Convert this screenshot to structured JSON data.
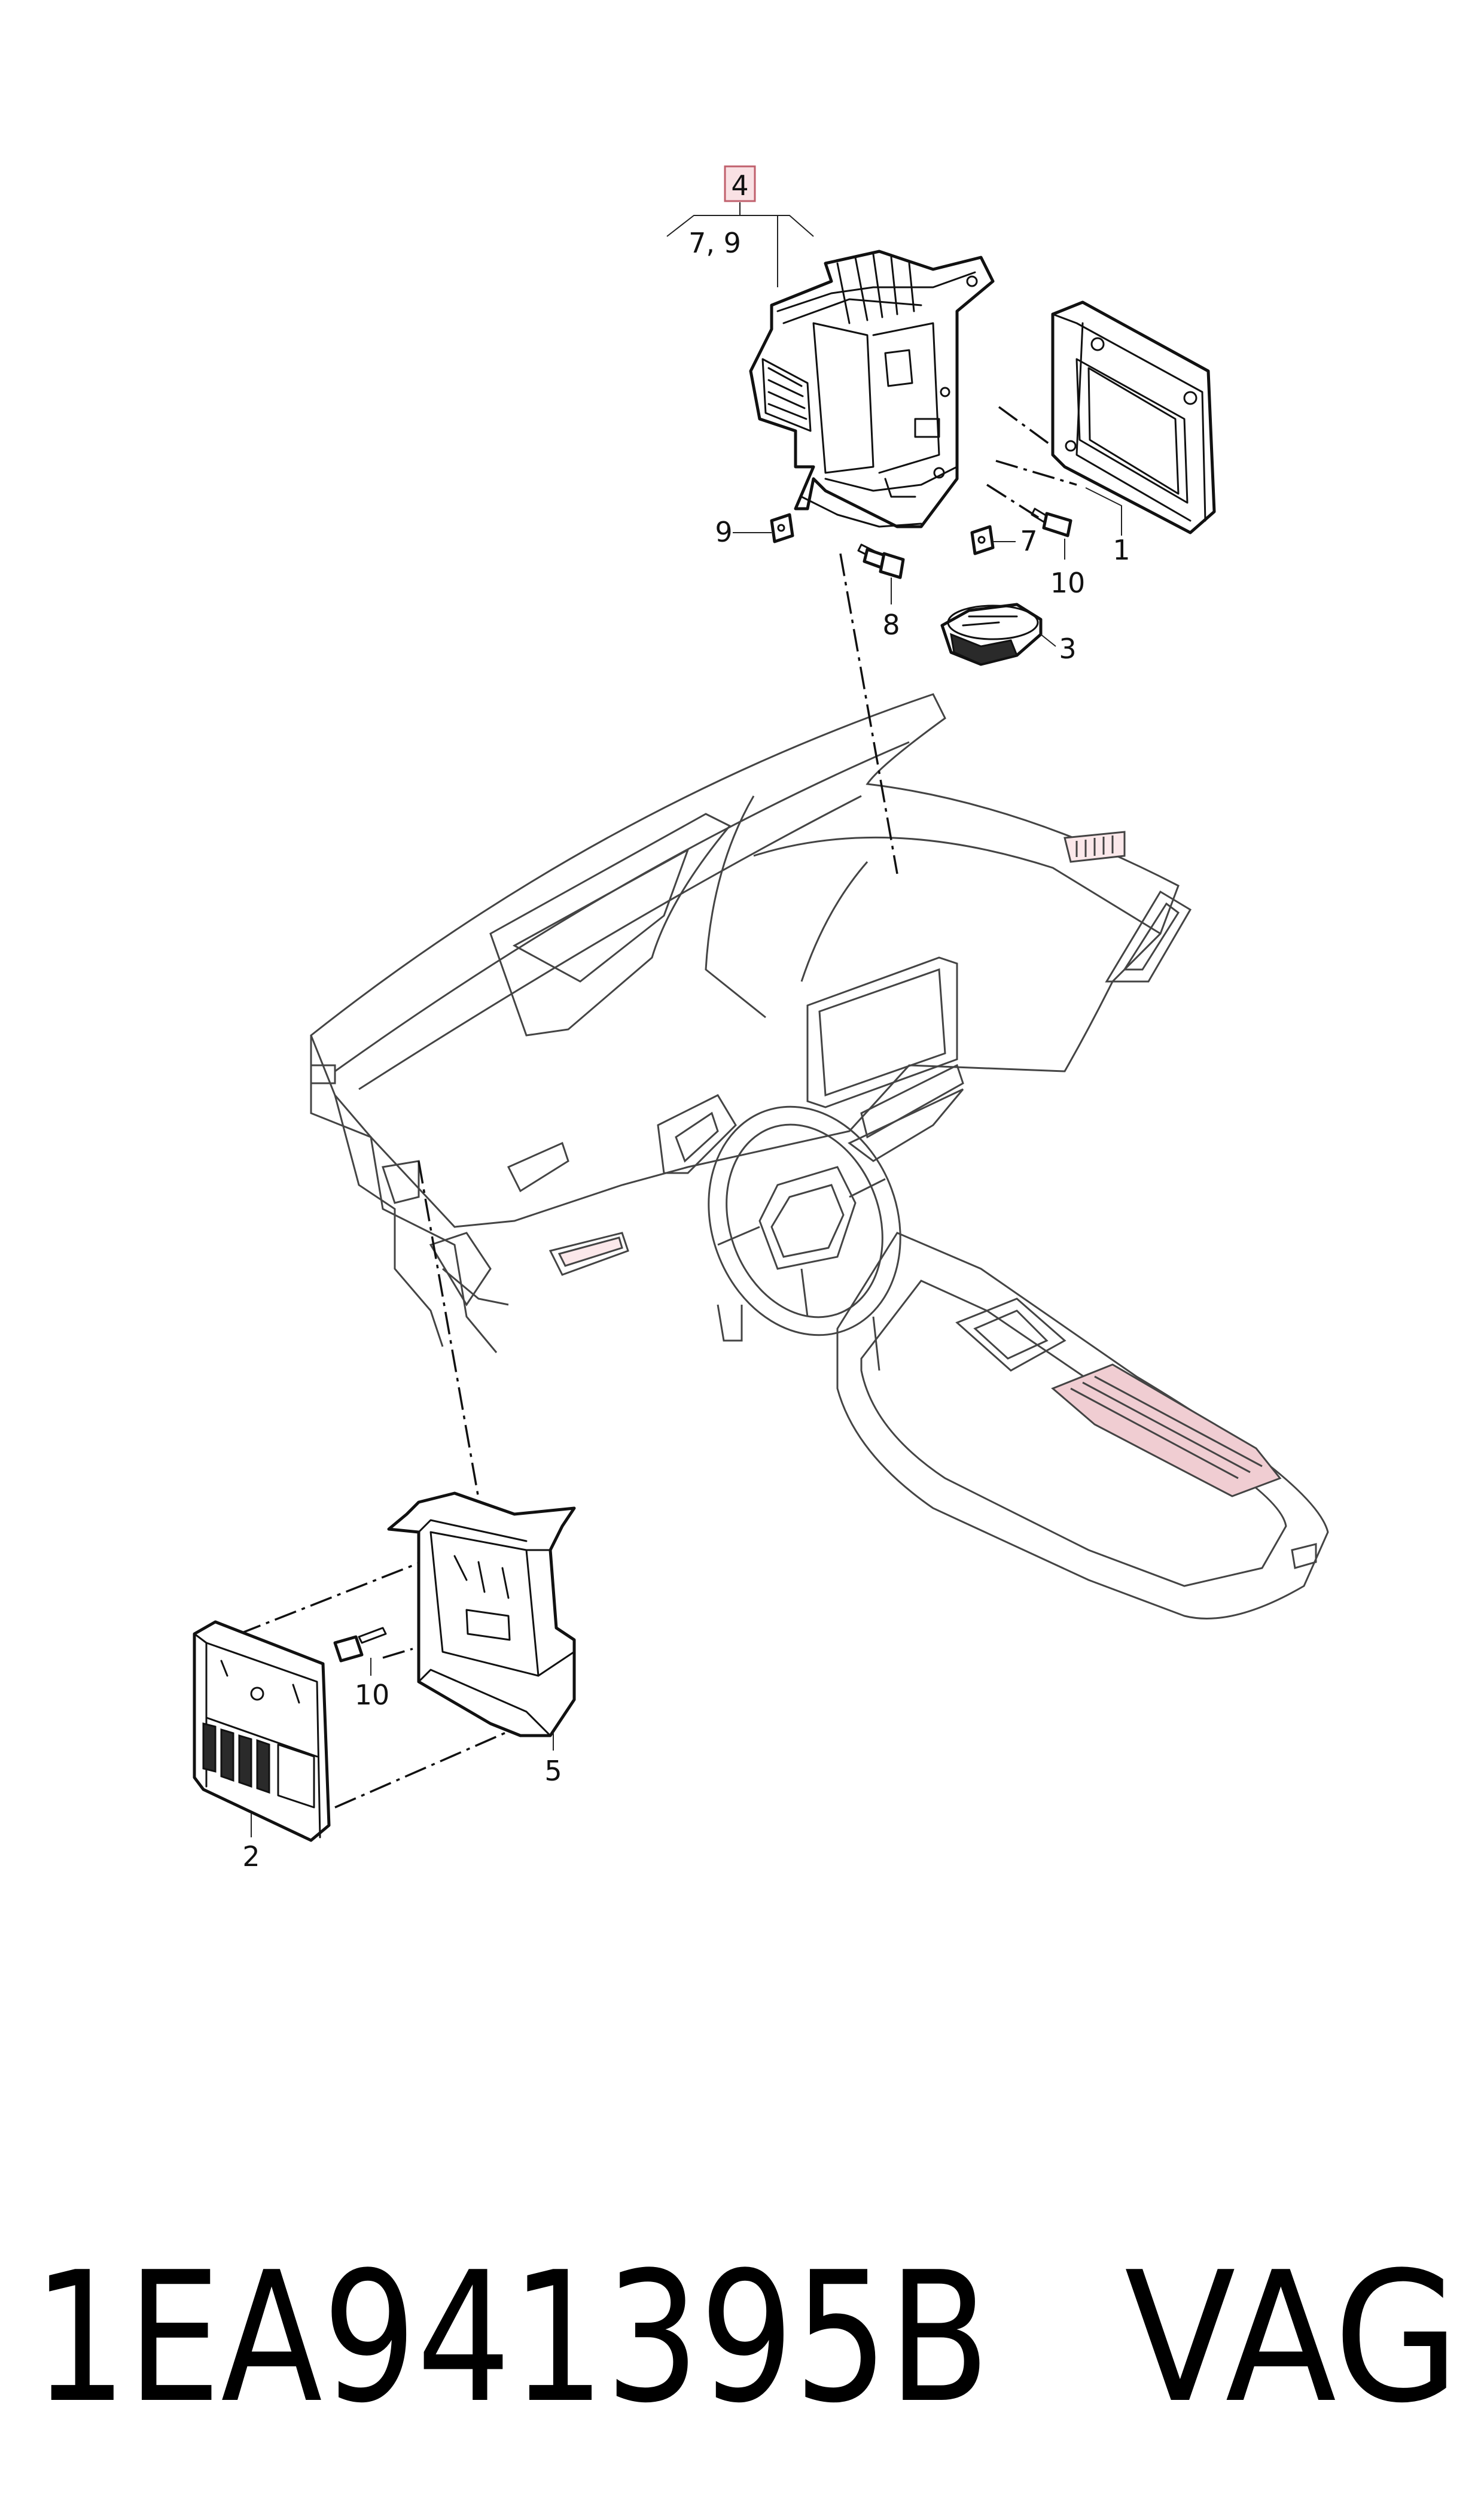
{
  "callouts": {
    "c4": "4",
    "c79": "7, 9",
    "c1": "1",
    "c2": "2",
    "c3": "3",
    "c5": "5",
    "c7": "7",
    "c8": "8",
    "c9": "9",
    "c10a": "10",
    "c10b": "10"
  },
  "footer": {
    "part_number": "1EA941395B",
    "brand": "VAG"
  },
  "colors": {
    "line": "#111111",
    "dashboard_lines": "#d9a5ad",
    "highlight_box": "#f9e1e4",
    "background": "#ffffff"
  }
}
